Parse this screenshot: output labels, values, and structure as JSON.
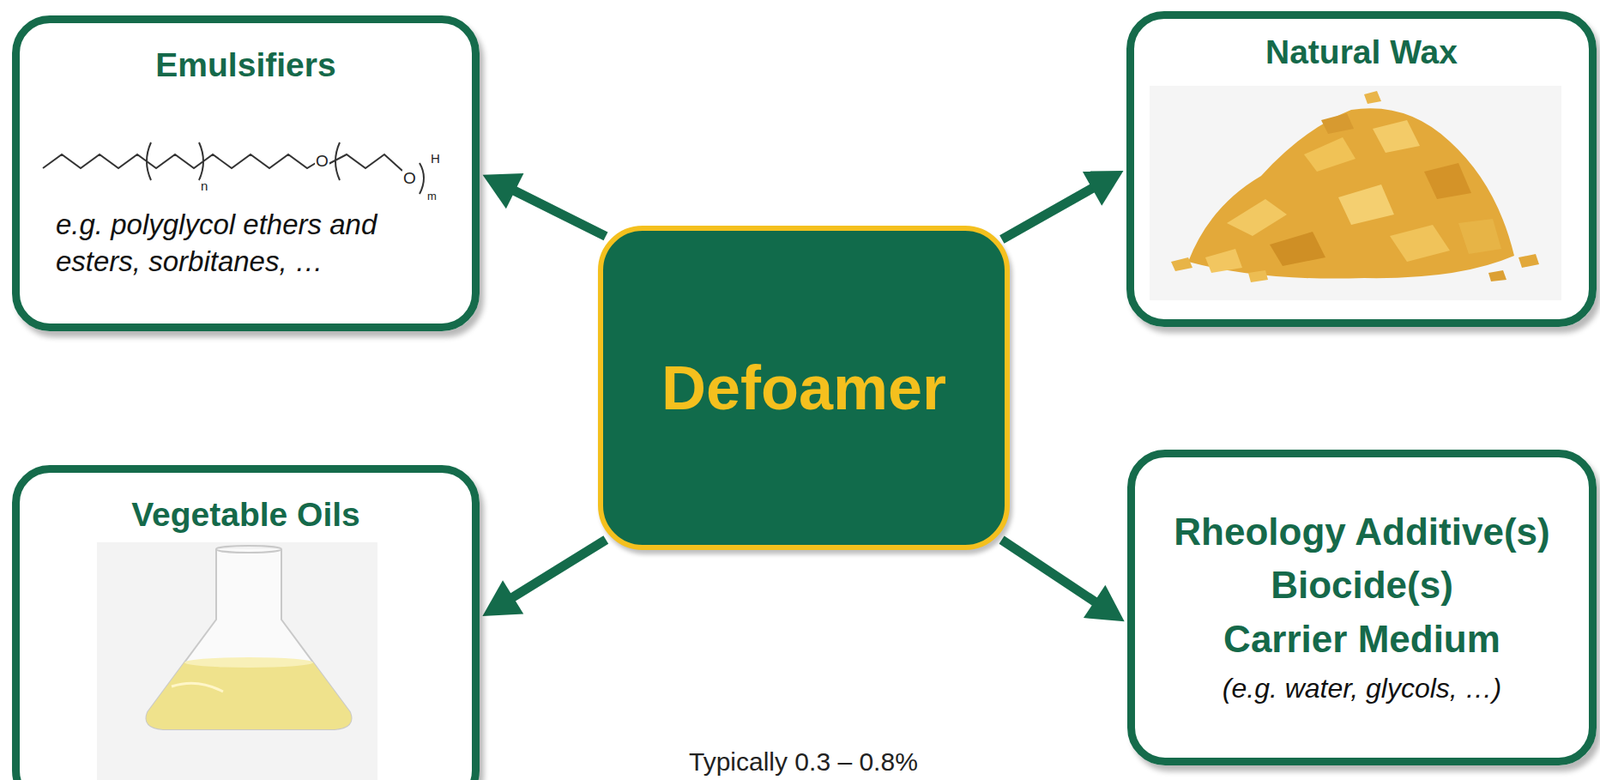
{
  "diagram": {
    "nodes": [
      {
        "text": [
          "Emulsifiers",
          "e.g. polyglycol ethers and esters, sorbitanes, …"
        ]
      },
      {
        "text": [
          "Natural Wax"
        ]
      },
      {
        "text": [
          "Defoamer"
        ]
      },
      {
        "text": [
          "Vegetable Oils"
        ]
      },
      {
        "text": [
          "Rheology Additive(s)",
          "Biocide(s)",
          "Carrier Medium",
          "(e.g. water, glycols, …)"
        ]
      }
    ],
    "edges": [
      {
        "from": 2,
        "to": 0,
        "arrow": "to"
      },
      {
        "from": 2,
        "to": 1,
        "arrow": "to"
      },
      {
        "from": 2,
        "to": 3,
        "arrow": "to"
      },
      {
        "from": 2,
        "to": 4,
        "arrow": "to"
      }
    ],
    "labels": [
      "n",
      "O",
      "O",
      "H",
      "m",
      "Typically 0.3 – 0.8%"
    ]
  }
}
